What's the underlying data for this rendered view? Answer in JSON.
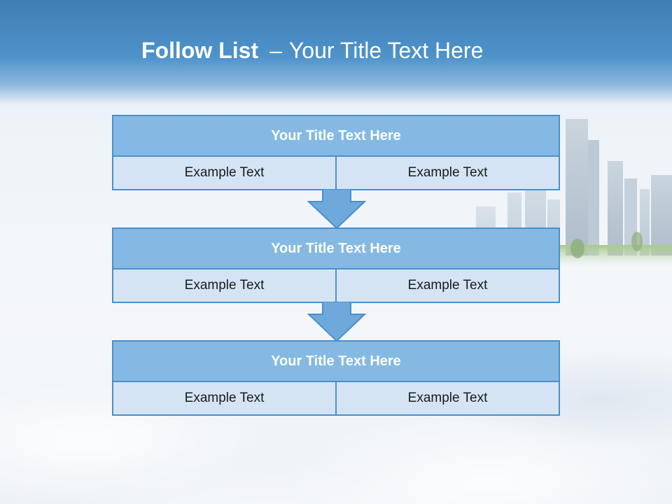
{
  "slide": {
    "title_bold": "Follow List",
    "title_sep": "–",
    "title_rest": "Your Title Text Here"
  },
  "blocks": [
    {
      "title": "Your Title Text Here",
      "left": "Example Text",
      "right": "Example Text"
    },
    {
      "title": "Your Title Text Here",
      "left": "Example Text",
      "right": "Example Text"
    },
    {
      "title": "Your Title Text Here",
      "left": "Example Text",
      "right": "Example Text"
    }
  ],
  "icons": {
    "arrow": "down-arrow-icon",
    "background": "city-skyline-image"
  },
  "colors": {
    "header": "#4f93cb",
    "block_title": "#85b9e3",
    "block_cell": "#d5e4f4",
    "border": "#4a8fcc"
  }
}
